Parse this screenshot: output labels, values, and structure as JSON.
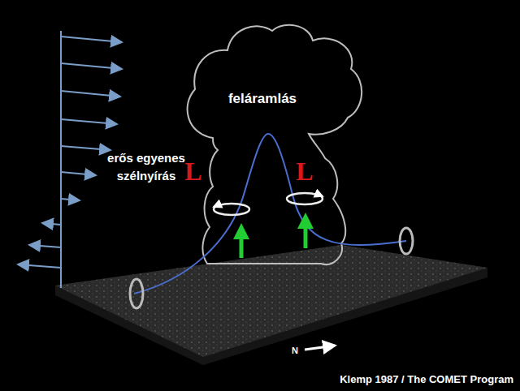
{
  "diagram": {
    "labels": [
      "feláramlás",
      "L",
      "L",
      "erős egyenes szélnyírás",
      "N",
      "Klemp 1987 / The COMET Program"
    ]
  }
}
